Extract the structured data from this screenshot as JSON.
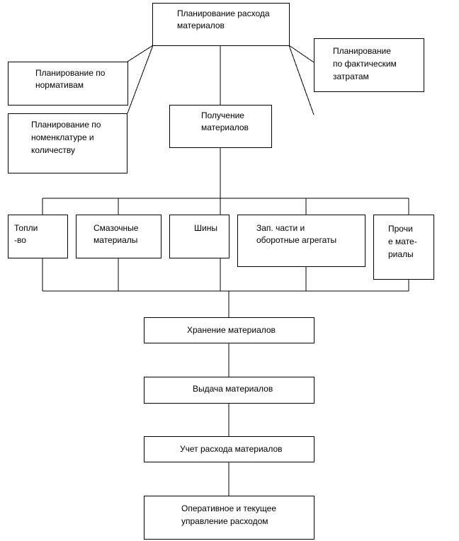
{
  "nodes": {
    "planning_root": "Планирование расхода\nматериалов",
    "planning_norms": "Планирование по\nнормативам",
    "planning_actual": "Планирование\nпо фактическим\nзатратам",
    "planning_nomenclature": "Планирование по\nноменклатуре и\nколичеству",
    "receiving": "Получение\nматериалов",
    "fuel": "Топли\n-во",
    "lubricants": "Смазочные\nматериалы",
    "tires": "Шины",
    "spare_parts": "Зап. части и\nоборотные агрегаты",
    "other": "Прочи\nе мате-\nриалы",
    "storage": "Хранение материалов",
    "issue": "Выдача материалов",
    "accounting": "Учет расхода материалов",
    "management": "Оперативное и текущее\nуправление расходом"
  }
}
